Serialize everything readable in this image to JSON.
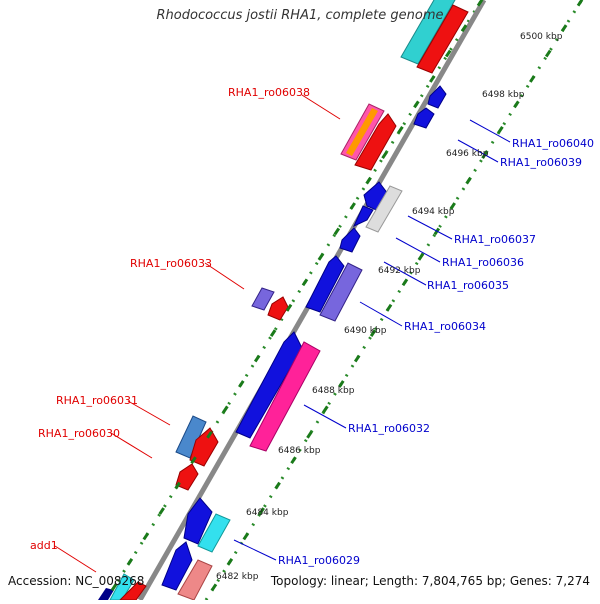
{
  "title": "Rhodococcus jostii RHA1, complete genome",
  "footer": {
    "accession": "Accession: NC_008268",
    "summary": "Topology: linear; Length: 7,804,765 bp; Genes: 7,274"
  },
  "scale_labels": [
    "6482 kbp",
    "6484 kbp",
    "6486 kbp",
    "6488 kbp",
    "6490 kbp",
    "6492 kbp",
    "6494 kbp",
    "6496 kbp",
    "6498 kbp",
    "6500 kbp"
  ],
  "gene_labels_left": [
    "RHA1_ro06038",
    "RHA1_ro06033",
    "RHA1_ro06031",
    "RHA1_ro06030",
    "add1"
  ],
  "gene_labels_right": [
    "RHA1_ro06040",
    "RHA1_ro06039",
    "RHA1_ro06037",
    "RHA1_ro06036",
    "RHA1_ro06035",
    "RHA1_ro06034",
    "RHA1_ro06032",
    "RHA1_ro06029"
  ],
  "colors": {
    "left_label": "#e00000",
    "right_label": "#0000cc",
    "axis": "#888888",
    "dotted_track": "#2a8a2a"
  }
}
